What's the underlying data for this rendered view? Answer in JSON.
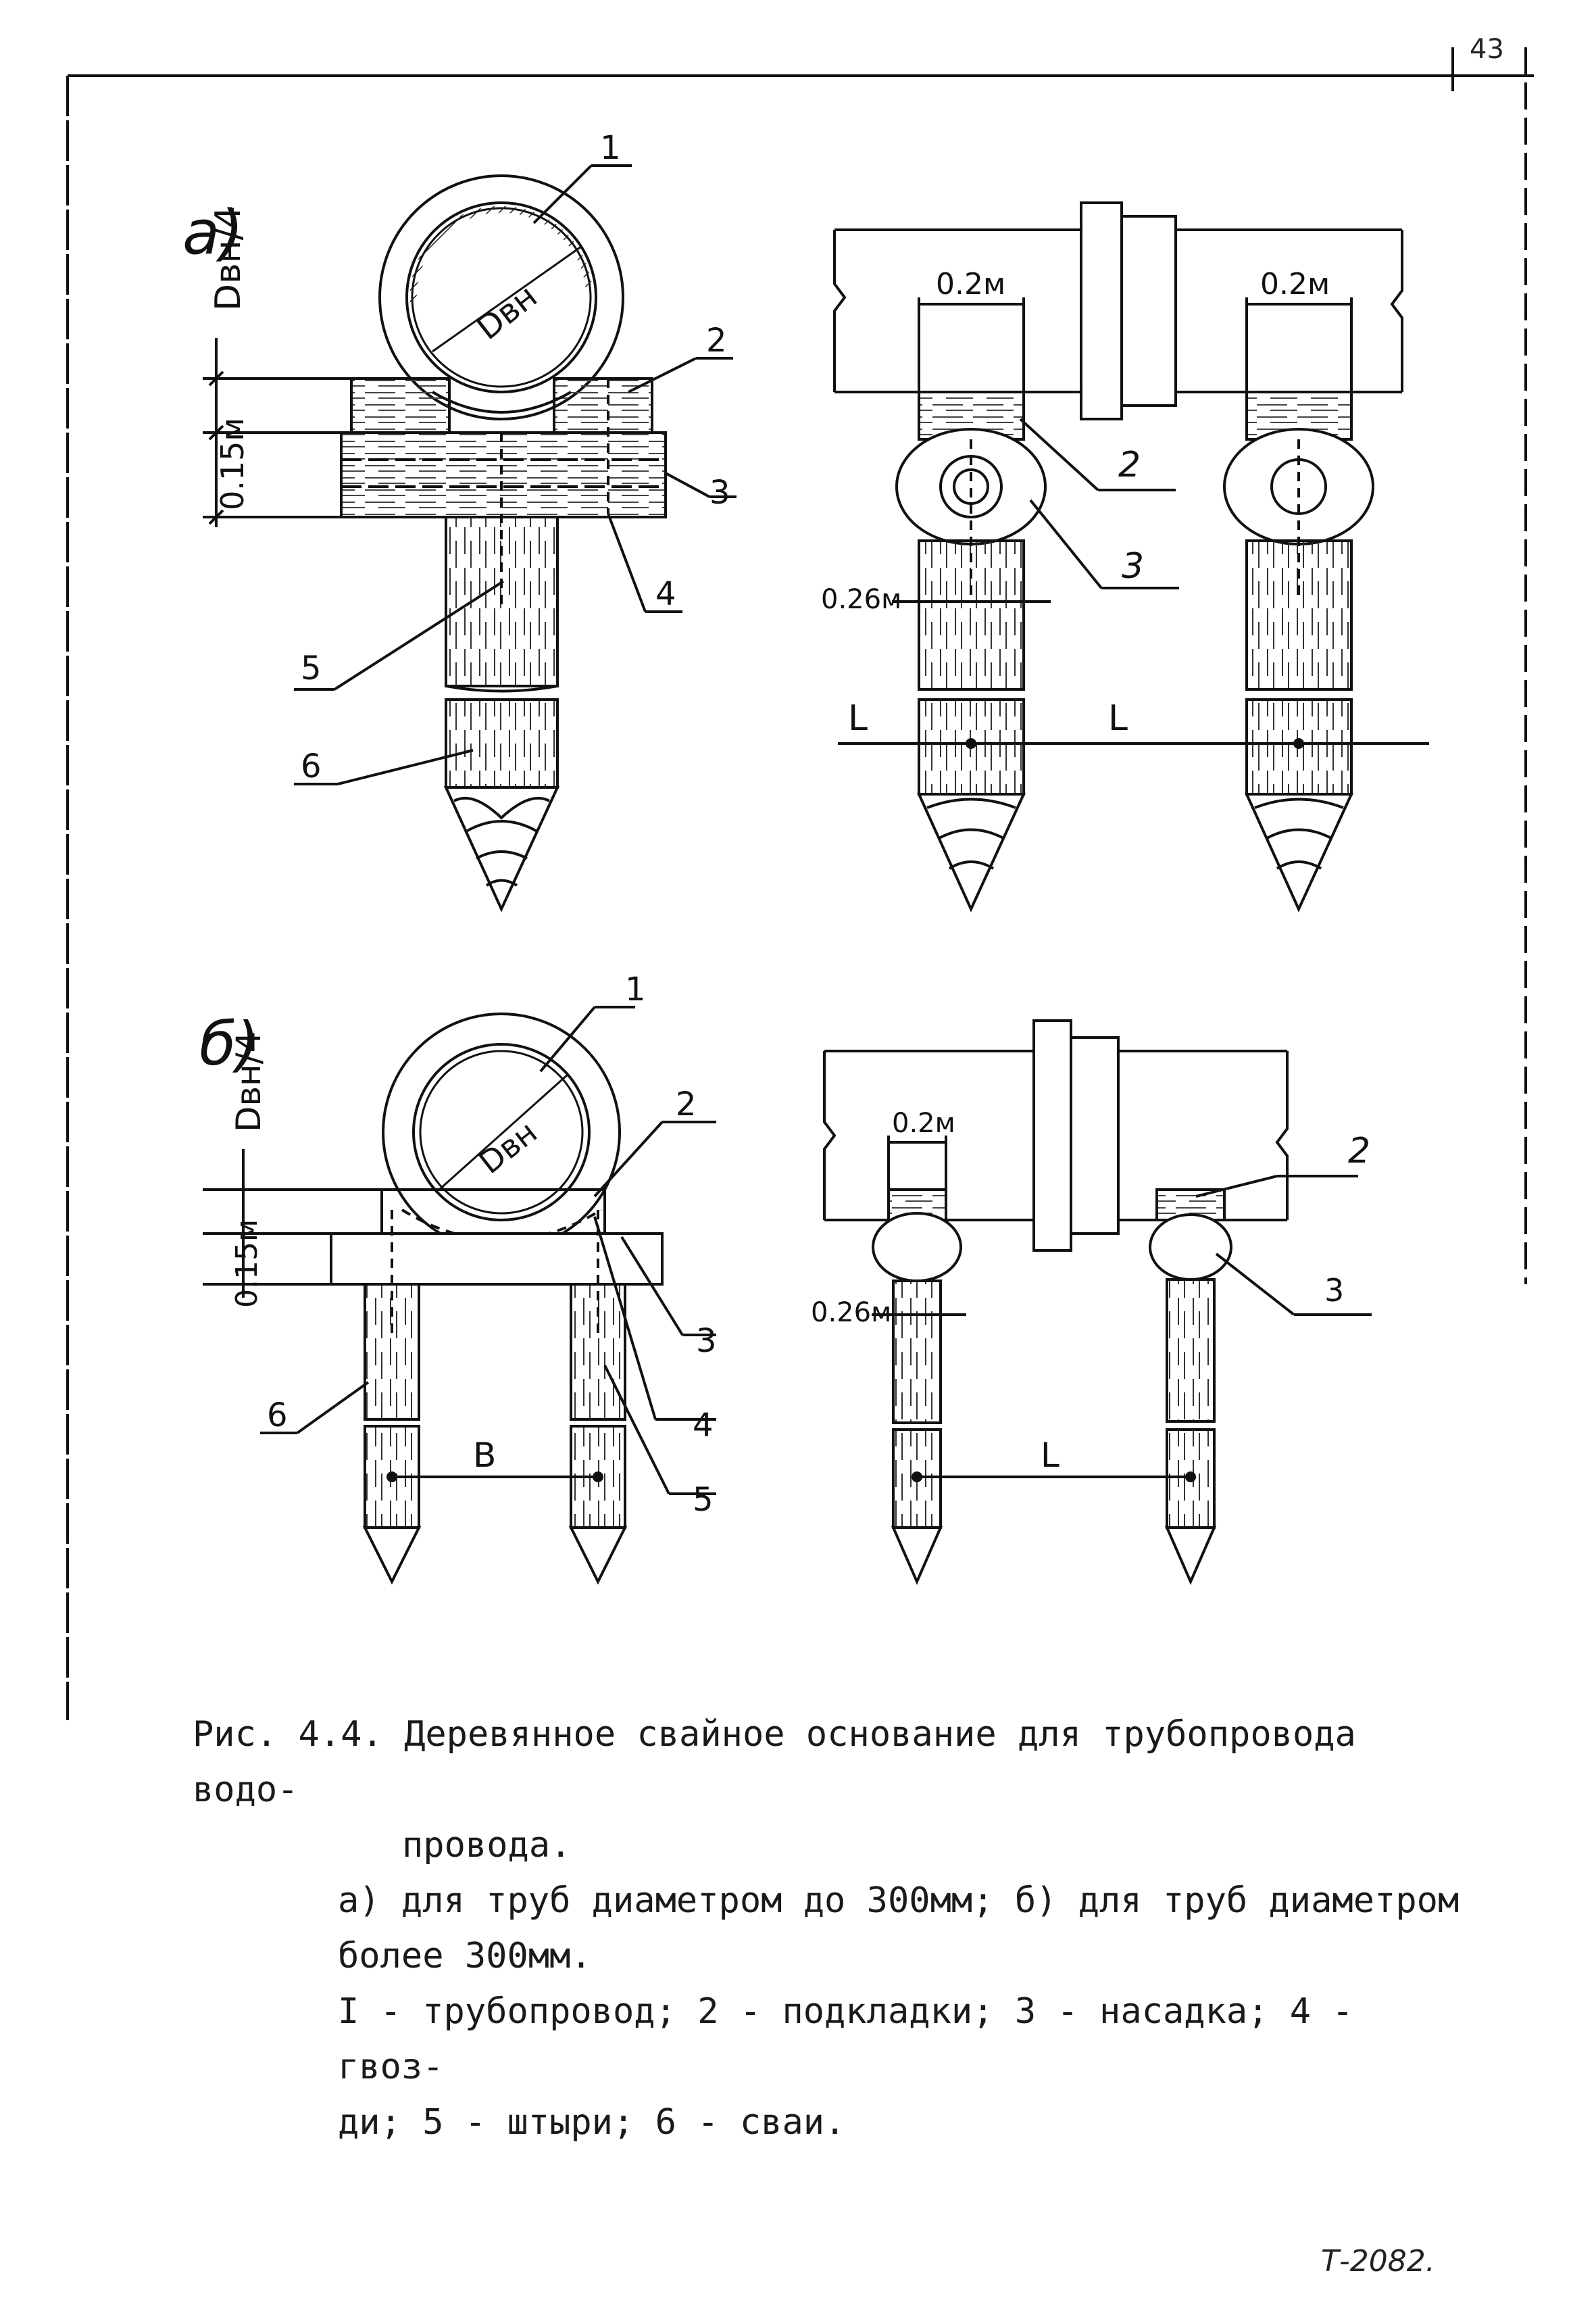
{
  "page": {
    "number": "43",
    "stamp": "Т-2082."
  },
  "variant_a": {
    "marker": "а)",
    "pipe_diameter_label": "Dвн",
    "dim_dbn4": "Dвн/4",
    "dim_015": "0.15м",
    "dim_02_left": "0.2м",
    "dim_02_right": "0.2м",
    "dim_026": "0.26м",
    "span_left": "L",
    "span_right": "L",
    "callouts": [
      "1",
      "2",
      "3",
      "4",
      "5",
      "6",
      "2",
      "3"
    ]
  },
  "variant_b": {
    "marker": "б)",
    "pipe_diameter_label": "Dвн",
    "dim_dbn4": "Dвн/4",
    "dim_015": "0.15м",
    "dim_02": "0.2м",
    "dim_026": "0.26м",
    "span_b": "B",
    "span_l": "L",
    "callouts": [
      "1",
      "2",
      "3",
      "4",
      "5",
      "6",
      "2",
      "3"
    ]
  },
  "caption": {
    "line1": "Рис. 4.4. Деревянное свайное основание для трубопровода водо-",
    "line2": "провода.",
    "line3": "а) для труб диаметром до 300мм; б) для труб диаметром",
    "line4": "более 300мм.",
    "line5": "I - трубопровод; 2 - подкладки; 3 - насадка; 4 - гвоз-",
    "line6": "ди; 5 - штыри; 6 - сваи."
  }
}
